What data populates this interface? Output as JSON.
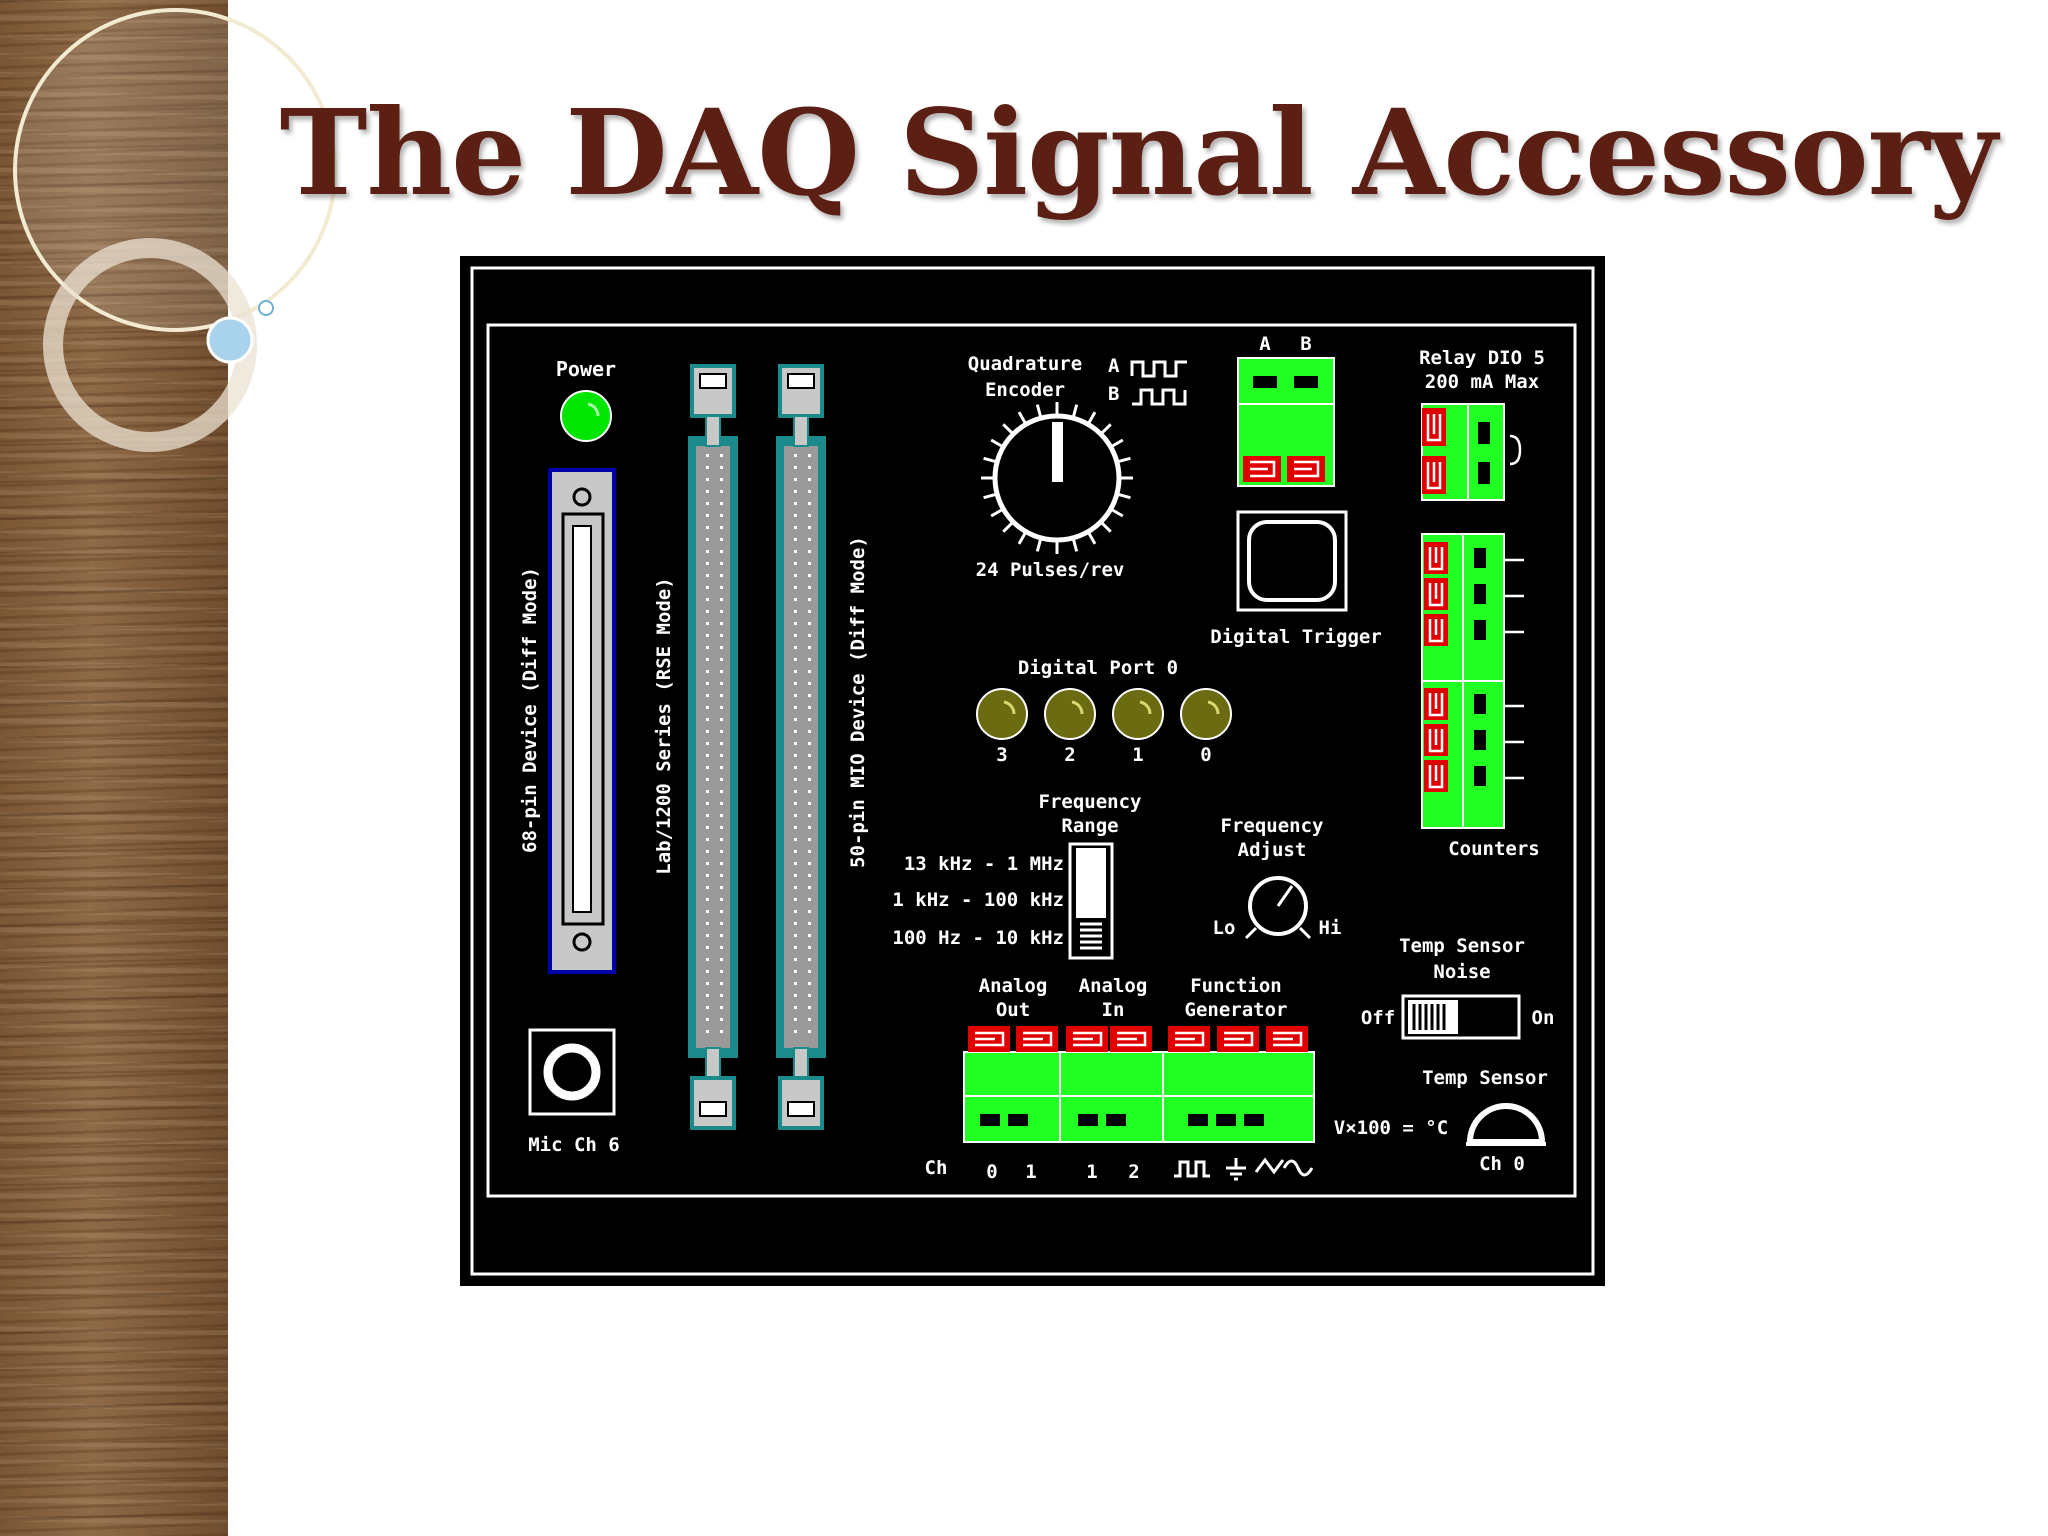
{
  "slide": {
    "title": "The DAQ Signal Accessory"
  },
  "colors": {
    "title": "#5c1f14",
    "terminal_green": "#22ff22",
    "led_green": "#00e600",
    "led_olive": "#6b6b12",
    "slot_teal": "#1a8a8a",
    "terminal_red": "#e00000"
  },
  "panel": {
    "power_label": "Power",
    "connector_68_label": "68-pin Device (Diff Mode)",
    "lab1200_label": "Lab/1200 Series (RSE Mode)",
    "connector_50_label": "50-pin MIO Device (Diff Mode)",
    "mic_label": "Mic Ch 6",
    "quadrature_label_1": "Quadrature",
    "quadrature_label_2": "Encoder",
    "quad_a": "A",
    "quad_b": "B",
    "pulses_label": "24 Pulses/rev",
    "ab_a": "A",
    "ab_b": "B",
    "digital_trigger_label": "Digital Trigger",
    "relay_label_1": "Relay DIO 5",
    "relay_label_2": "200 mA Max",
    "counters_label": "Counters",
    "digital_port_label": "Digital Port 0",
    "port_leds": [
      "3",
      "2",
      "1",
      "0"
    ],
    "freq_range_label_1": "Frequency",
    "freq_range_label_2": "Range",
    "freq_ranges": [
      "13 kHz - 1 MHz",
      "1 kHz - 100 kHz",
      "100 Hz - 10 kHz"
    ],
    "freq_adjust_label_1": "Frequency",
    "freq_adjust_label_2": "Adjust",
    "freq_lo": "Lo",
    "freq_hi": "Hi",
    "temp_noise_label_1": "Temp Sensor",
    "temp_noise_label_2": "Noise",
    "noise_off": "Off",
    "noise_on": "On",
    "analog_out_1": "Analog",
    "analog_out_2": "Out",
    "analog_in_1": "Analog",
    "analog_in_2": "In",
    "func_gen_1": "Function",
    "func_gen_2": "Generator",
    "ch_label": "Ch",
    "ch_numbers": [
      "0",
      "1",
      "1",
      "2"
    ],
    "temp_sensor_label": "Temp Sensor",
    "temp_formula": "V×100 = °C",
    "temp_ch": "Ch 0"
  }
}
